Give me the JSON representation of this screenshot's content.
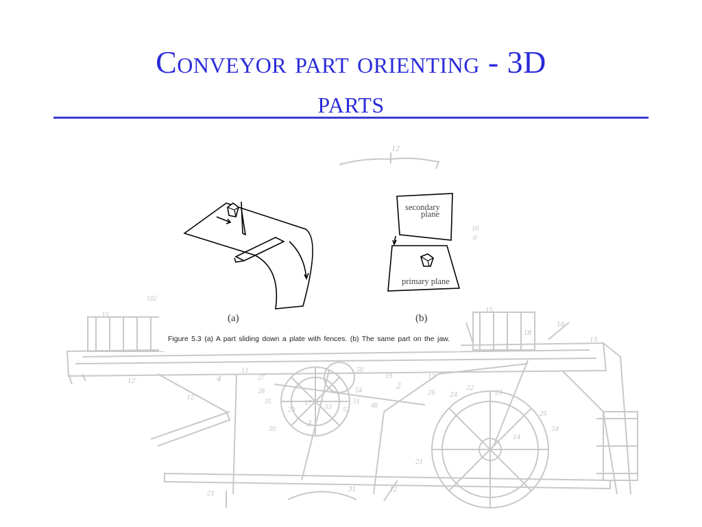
{
  "slide": {
    "title_line1": "Conveyor part orienting - 3D",
    "title_line2": "parts",
    "accent_color": "#2b2bd9"
  },
  "figure": {
    "label_a": "(a)",
    "label_b": "(b)",
    "secondary_plane_line1": "secondary",
    "secondary_plane_line2": "plane",
    "primary_plane": "primary plane",
    "caption": "Figure 5.3   (a) A part sliding down a plate with fences. (b) The same part on the jaw."
  },
  "background_drawing": {
    "reference_numbers": [
      "12",
      "10",
      "102",
      "15",
      "15",
      "18",
      "13",
      "4",
      "13",
      "27",
      "28",
      "35",
      "17",
      "53",
      "52",
      "51",
      "48",
      "50",
      "54",
      "19",
      "2",
      "12",
      "26",
      "24",
      "22",
      "23",
      "21",
      "25",
      "24",
      "14",
      "29",
      "3",
      "30",
      "12",
      "31",
      "12",
      "21",
      "12",
      "10",
      "0"
    ]
  }
}
